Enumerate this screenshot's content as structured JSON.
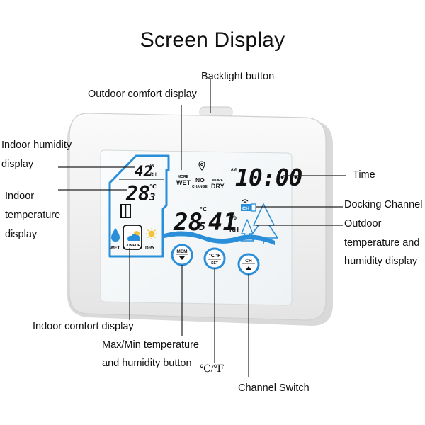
{
  "title": "Screen Display",
  "labels": {
    "backlight": "Backlight button",
    "outdoor_comfort": "Outdoor comfort display",
    "indoor_humidity_1": "Indoor humidity",
    "indoor_humidity_2": "display",
    "indoor_temp_1": "Indoor",
    "indoor_temp_2": "temperature",
    "indoor_temp_3": "display",
    "time": "Time",
    "docking_channel": "Docking Channel",
    "outdoor_th_1": "Outdoor",
    "outdoor_th_2": "temperature and",
    "outdoor_th_3": "humidity display",
    "indoor_comfort": "Indoor comfort display",
    "maxmin_1": "Max/Min temperature",
    "maxmin_2": "and humidity button",
    "cf": "℃/℉",
    "channel_switch": "Channel Switch"
  },
  "screen": {
    "indoor_humidity": "42",
    "humidity_unit_pct": "%",
    "humidity_unit_rh": "RH",
    "indoor_temp_int": "28",
    "indoor_temp_dec": "3",
    "temp_unit": "℃",
    "comfort_wet": "WET",
    "comfort_center": "COMFORT",
    "comfort_dry": "DRY",
    "out_more_1": "MORE",
    "out_wet": "WET",
    "out_no": "NO",
    "out_change": "CHANGE",
    "out_more_2": "MORE",
    "out_dry": "DRY",
    "am_marker": "AM",
    "time": "10:00",
    "channel_badge": "CH",
    "outdoor_temp_int": "28",
    "outdoor_temp_dec": "5",
    "outdoor_humidity": "41",
    "outdoor_pct": "%",
    "outdoor_rh": "RH"
  },
  "buttons": {
    "mem": "MEM",
    "cf": "℃/℉",
    "set": "SET",
    "ch": "CH"
  },
  "colors": {
    "accent_blue": "#2a8fd8",
    "lcd_ink": "#111111",
    "device_body": "#f2f2f2"
  }
}
